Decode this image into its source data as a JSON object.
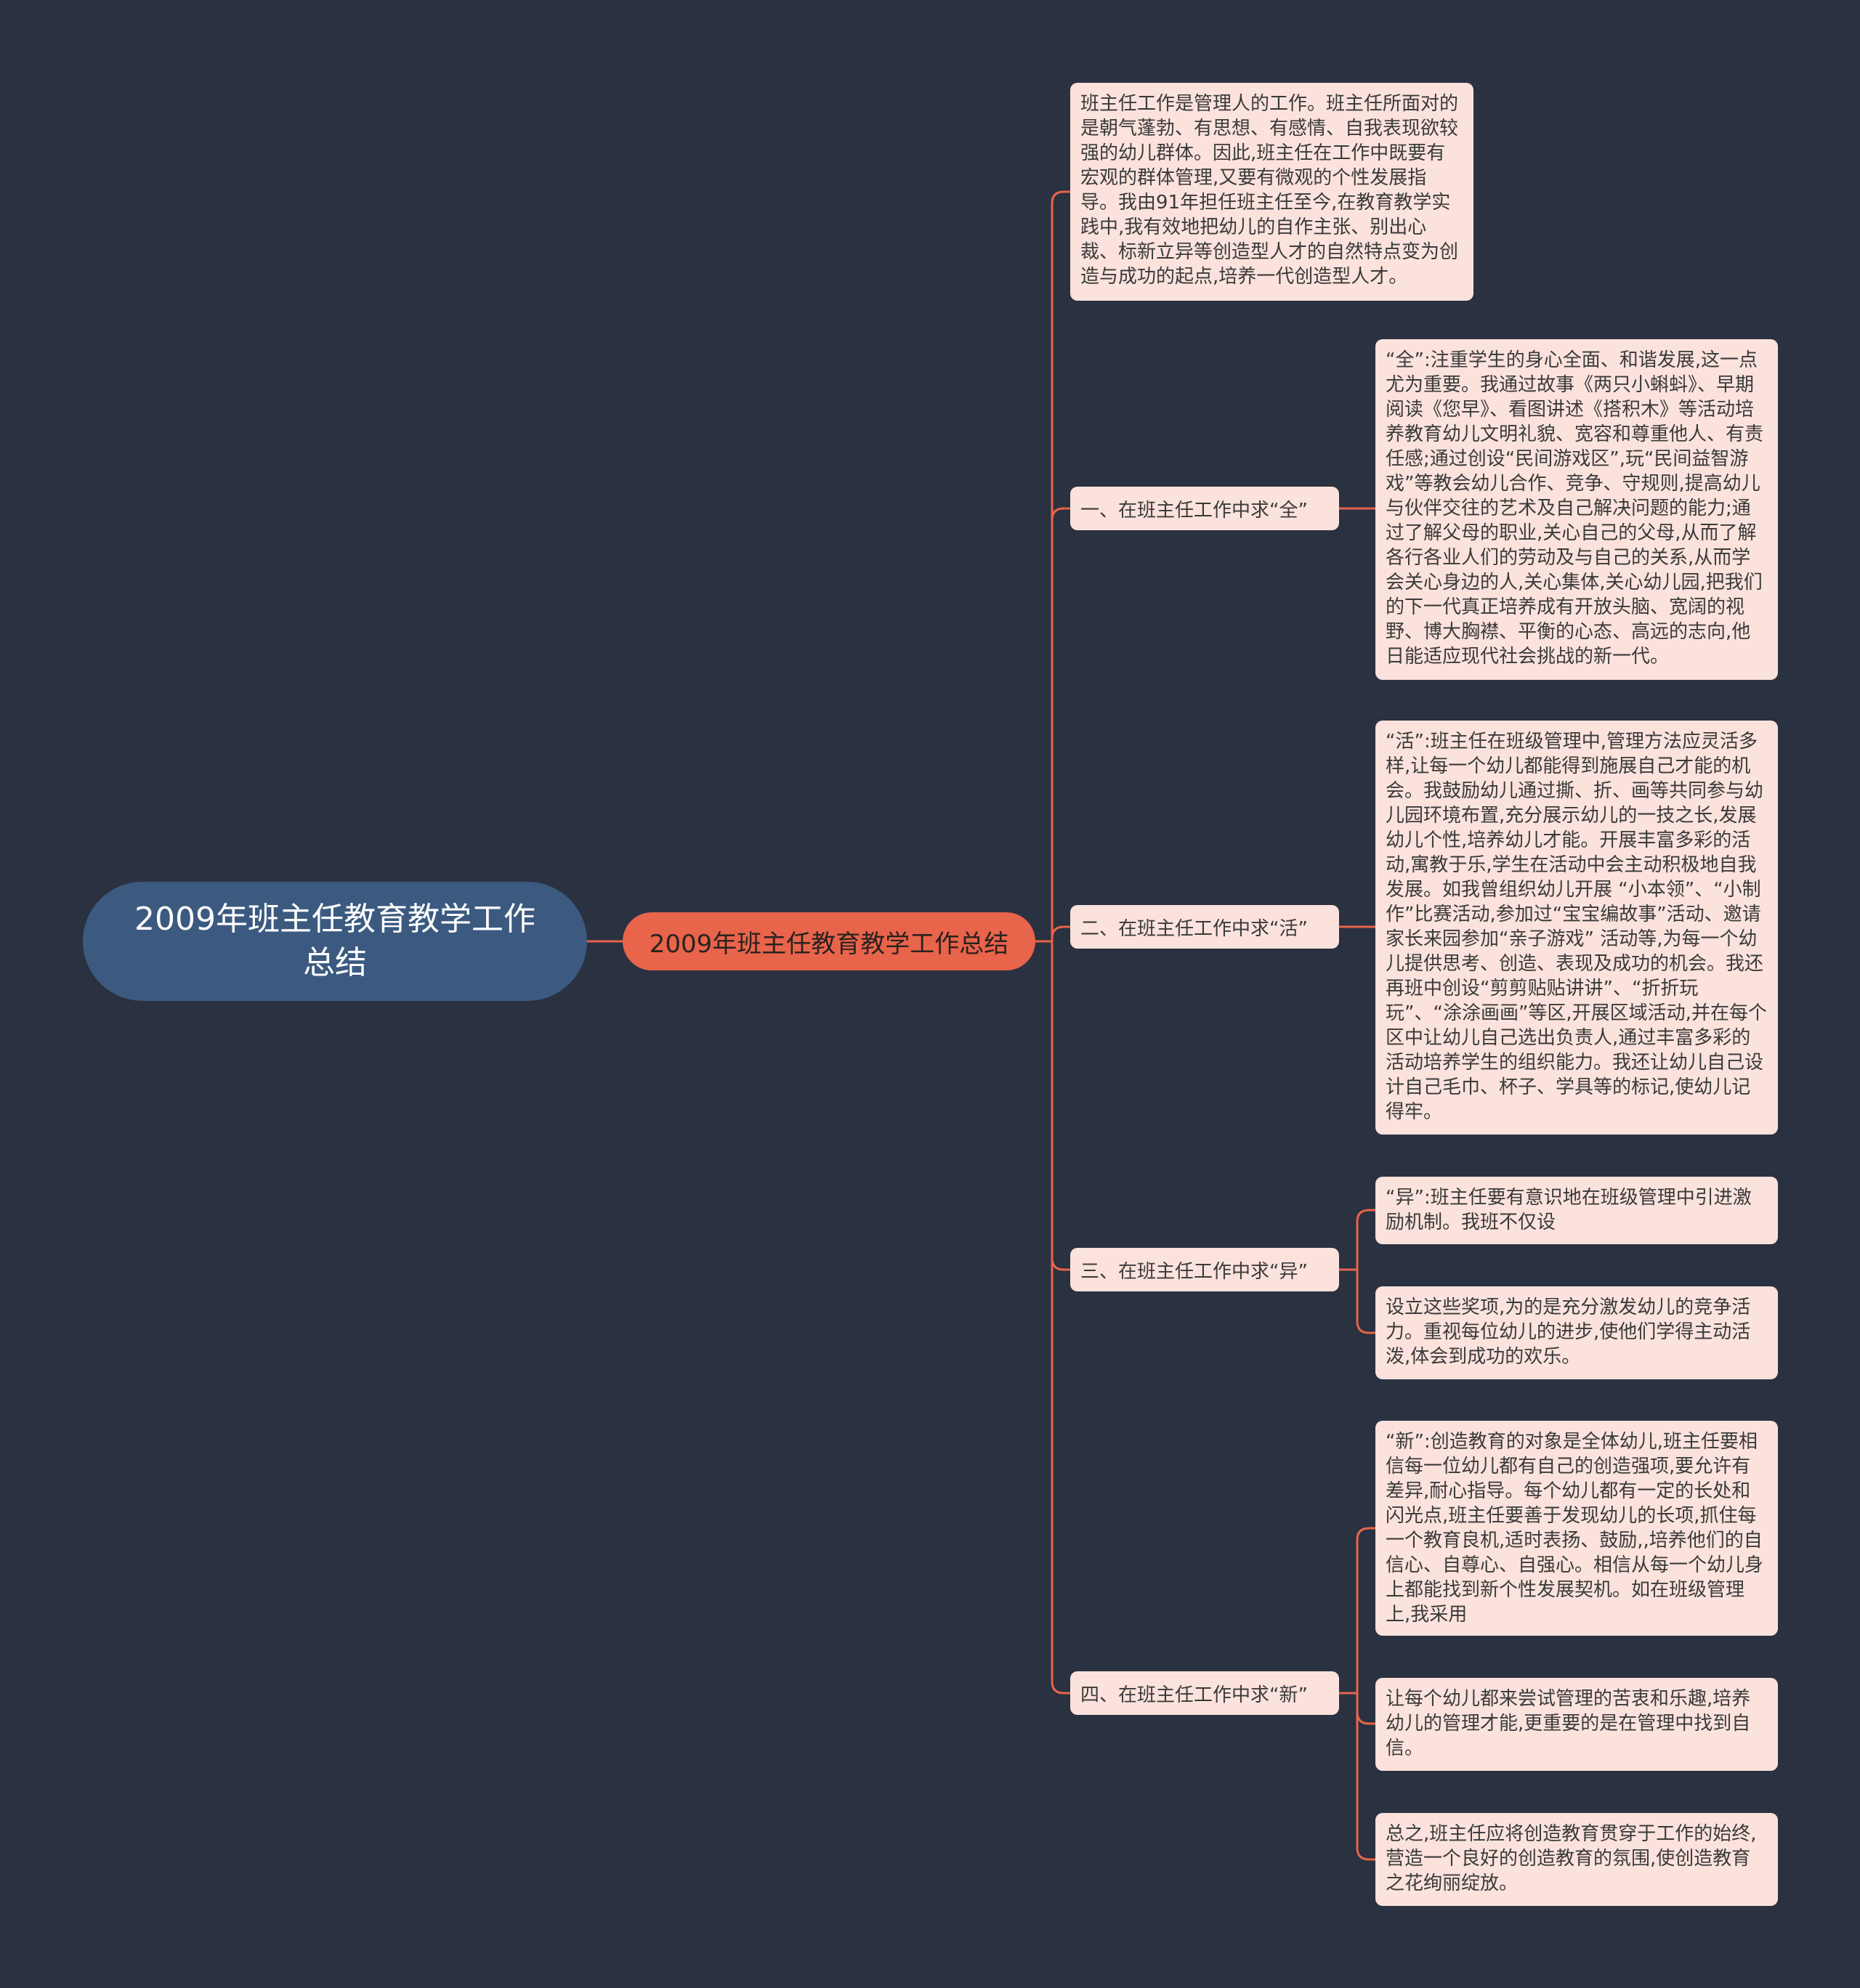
{
  "root": {
    "label": "2009年班主任教育教学工作总结"
  },
  "center": {
    "label": "2009年班主任教育教学工作总结"
  },
  "intro": "班主任工作是管理人的工作。班主任所面对的是朝气蓬勃、有思想、有感情、自我表现欲较强的幼儿群体。因此,班主任在工作中既要有宏观的群体管理,又要有微观的个性发展指导。我由91年担任班主任至今,在教育教学实践中,我有效地把幼儿的自作主张、别出心裁、标新立异等创造型人才的自然特点变为创造与成功的起点,培养一代创造型人才。",
  "branches": [
    {
      "label": "一、在班主任工作中求“全”",
      "notes": [
        "“全”:注重学生的身心全面、和谐发展,这一点尤为重要。我通过故事《两只小蝌蚪》、早期阅读《您早》、看图讲述《搭积木》等活动培养教育幼儿文明礼貌、宽容和尊重他人、有责任感;通过创设“民间游戏区”,玩“民间益智游戏”等教会幼儿合作、竞争、守规则,提高幼儿与伙伴交往的艺术及自己解决问题的能力;通过了解父母的职业,关心自己的父母,从而了解各行各业人们的劳动及与自己的关系,从而学会关心身边的人,关心集体,关心幼儿园,把我们的下一代真正培养成有开放头脑、宽阔的视野、博大胸襟、平衡的心态、高远的志向,他日能适应现代社会挑战的新一代。"
      ]
    },
    {
      "label": "二、在班主任工作中求“活”",
      "notes": [
        "“活”:班主任在班级管理中,管理方法应灵活多样,让每一个幼儿都能得到施展自己才能的机会。我鼓励幼儿通过撕、折、画等共同参与幼儿园环境布置,充分展示幼儿的一技之长,发展幼儿个性,培养幼儿才能。开展丰富多彩的活动,寓教于乐,学生在活动中会主动积极地自我发展。如我曾组织幼儿开展 “小本领”、“小制作”比赛活动,参加过“宝宝编故事”活动、邀请家长来园参加“亲子游戏” 活动等,为每一个幼儿提供思考、创造、表现及成功的机会。我还再班中创设“剪剪贴贴讲讲”、“折折玩玩”、“涂涂画画”等区,开展区域活动,并在每个区中让幼儿自己选出负责人,通过丰富多彩的活动培养学生的组织能力。我还让幼儿自己设计自己毛巾、杯子、学具等的标记,使幼儿记得牢。"
      ]
    },
    {
      "label": "三、在班主任工作中求“异”",
      "notes": [
        "“异”:班主任要有意识地在班级管理中引进激励机制。我班不仅设",
        "设立这些奖项,为的是充分激发幼儿的竞争活力。重视每位幼儿的进步,使他们学得主动活泼,体会到成功的欢乐。"
      ]
    },
    {
      "label": "四、在班主任工作中求“新”",
      "notes": [
        "“新”:创造教育的对象是全体幼儿,班主任要相信每一位幼儿都有自己的创造强项,要允许有差异,耐心指导。每个幼儿都有一定的长处和闪光点,班主任要善于发现幼儿的长项,抓住每一个教育良机,适时表扬、鼓励,,培养他们的自信心、自尊心、自强心。相信从每一个幼儿身上都能找到新个性发展契机。如在班级管理上,我采用",
        "让每个幼儿都来尝试管理的苦衷和乐趣,培养幼儿的管理才能,更重要的是在管理中找到自信。",
        "总之,班主任应将创造教育贯穿于工作的始终,营造一个良好的创造教育的氛围,使创造教育之花绚丽绽放。"
      ]
    }
  ],
  "colors": {
    "background": "#2a3140",
    "root_fill": "#3c5a80",
    "center_fill": "#e8644a",
    "node_fill": "#fbe2dc",
    "connector": "#e8644a"
  }
}
